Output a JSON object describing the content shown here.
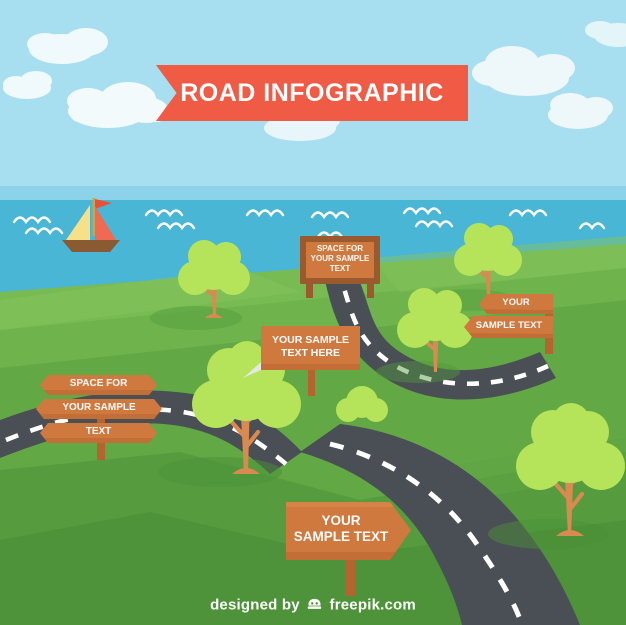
{
  "banner": {
    "title": "ROAD INFOGRAPHIC",
    "color": "#ef5b45"
  },
  "palette": {
    "sky": "#a8dff0",
    "sky_band": "#8fd4ea",
    "sea": "#4ab6d6",
    "grass_far": "#7dbd52",
    "grass_mid": "#61ad49",
    "grass_near": "#4f9a3f",
    "road": "#4a4f55",
    "sign_face": "#d0793f",
    "sign_shadow": "#b5642f",
    "sign_frame": "#9a5a2d",
    "post": "#c4733c",
    "tree_leaf": "#b5e35a",
    "tree_trunk": "#d98a50",
    "white": "#ffffff"
  },
  "boat": {
    "name": "sailboat",
    "hull_color": "#8a5a33",
    "sail_front_color": "#f7e08a",
    "sail_back_color": "#ef6a52",
    "flag_color": "#e8503a"
  },
  "signs": [
    {
      "id": "sign-top-center",
      "style": "framed-board",
      "lines": [
        "SPACE FOR",
        "YOUR SAMPLE",
        "TEXT"
      ],
      "font_size": 8
    },
    {
      "id": "sign-right",
      "style": "two-plank-left-arrow",
      "lines": [
        "YOUR",
        "SAMPLE TEXT"
      ],
      "font_size": 9
    },
    {
      "id": "sign-middle",
      "style": "speech-board",
      "lines": [
        "YOUR SAMPLE",
        "TEXT HERE"
      ],
      "font_size": 10
    },
    {
      "id": "sign-left",
      "style": "three-plank-double-arrow",
      "lines": [
        "SPACE FOR",
        "YOUR SAMPLE",
        "TEXT"
      ],
      "font_size": 10
    },
    {
      "id": "sign-bottom",
      "style": "right-arrow-board",
      "lines": [
        "YOUR",
        "SAMPLE TEXT"
      ],
      "font_size": 13
    }
  ],
  "credit": {
    "prefix": "designed by",
    "icon": "freepik-mascot-icon",
    "suffix": "freepik.com"
  }
}
